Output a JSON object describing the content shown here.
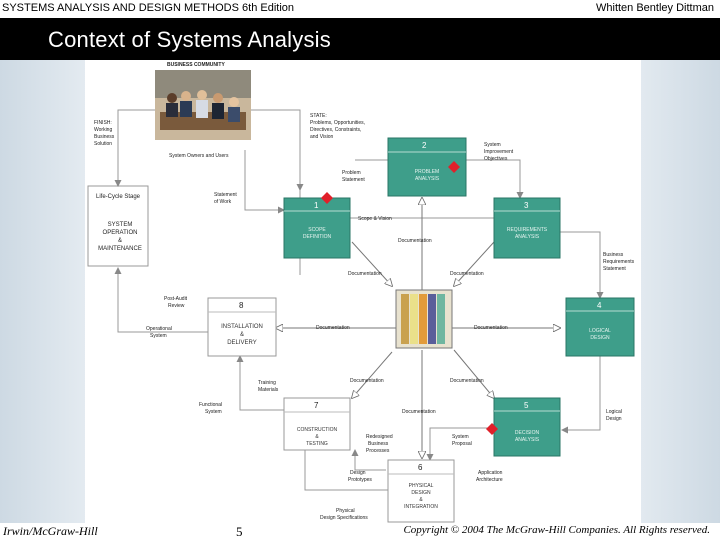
{
  "header": {
    "book": "SYSTEMS ANALYSIS AND DESIGN METHODS  6th Edition",
    "authors": "Whitten   Bentley   Dittman"
  },
  "slide_title": "Context of Systems Analysis",
  "diagram": {
    "business_community": "BUSINESS COMMUNITY",
    "finish": [
      "FINISH:",
      "Working",
      "Business",
      "Solution"
    ],
    "state": [
      "STATE:",
      "Problems, Opportunities,",
      "Directives, Constraints,",
      "and Vision"
    ],
    "system_owners_users": "System Owners and Users",
    "lifecycle_stage": "Life-Cycle Stage",
    "system_operation": [
      "SYSTEM",
      "OPERATION",
      "&",
      "MAINTENANCE"
    ],
    "statement_of_work": [
      "Statement",
      "of Work"
    ],
    "problem_statement": [
      "Problem",
      "Statement"
    ],
    "system_improvement": [
      "System",
      "Improvement",
      "Objectives"
    ],
    "scope_vision": "Scope & Vision",
    "documentation": "Documentation",
    "business_req": [
      "Business",
      "Requirements",
      "Statement"
    ],
    "post_audit": [
      "Post-Audit",
      "Review"
    ],
    "operational_system": [
      "Operational",
      "System"
    ],
    "training_materials": [
      "Training",
      "Materials"
    ],
    "functional_system": [
      "Functional",
      "System"
    ],
    "logical_design": [
      "Logical",
      "Design"
    ],
    "system_proposal": [
      "System",
      "Proposal"
    ],
    "redesigned": [
      "Redesigned",
      "Business",
      "Processes"
    ],
    "design_prototypes": [
      "Design",
      "Prototypes"
    ],
    "physical_specs": [
      "Physical",
      "Design Specifications"
    ],
    "app_arch": [
      "Application",
      "Architecture"
    ],
    "phases": [
      {
        "num": "1",
        "lines": [
          "SCOPE",
          "DEFINITION"
        ]
      },
      {
        "num": "2",
        "lines": [
          "PROBLEM",
          "ANALYSIS"
        ]
      },
      {
        "num": "3",
        "lines": [
          "REQUIREMENTS",
          "ANALYSIS"
        ]
      },
      {
        "num": "4",
        "lines": [
          "LOGICAL",
          "DESIGN"
        ]
      },
      {
        "num": "5",
        "lines": [
          "DECISION",
          "ANALYSIS"
        ]
      },
      {
        "num": "6",
        "lines": [
          "PHYSICAL",
          "DESIGN",
          "&",
          "INTEGRATION"
        ]
      },
      {
        "num": "7",
        "lines": [
          "CONSTRUCTION",
          "&",
          "TESTING"
        ]
      },
      {
        "num": "8",
        "lines": [
          "INSTALLATION",
          "&",
          "DELIVERY"
        ]
      }
    ]
  },
  "footer": {
    "publisher": "Irwin/McGraw-Hill",
    "page": "5",
    "copyright": "Copyright © 2004 The McGraw-Hill Companies. All Rights reserved."
  },
  "colors": {
    "teal": "#3e9e8a",
    "white_box": "#ffffff",
    "diamond": "#e0202a"
  }
}
